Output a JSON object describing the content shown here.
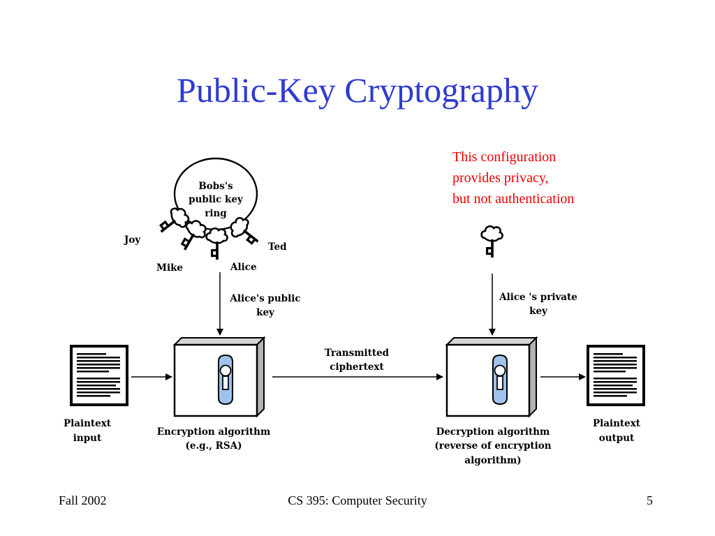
{
  "slide": {
    "title": "Public-Key Cryptography",
    "note_lines": [
      "This configuration",
      "provides privacy,",
      "but not authentication"
    ],
    "colors": {
      "title": "#2f3bd0",
      "note": "#ee0000",
      "cloud_face": "#9ec3ec",
      "box_side": "#b3b3b3"
    }
  },
  "diagram": {
    "ring_label": [
      "Bobs's",
      "public key",
      "ring"
    ],
    "key_names": {
      "joy": "Joy",
      "mike": "Mike",
      "alice": "Alice",
      "ted": "Ted"
    },
    "public_key_label": [
      "Alice's public",
      "key"
    ],
    "private_key_label": [
      "Alice 's private",
      "key"
    ],
    "transmitted_label": [
      "Transmitted",
      "ciphertext"
    ],
    "plaintext_input": [
      "Plaintext",
      "input"
    ],
    "plaintext_output": [
      "Plaintext",
      "output"
    ],
    "encryption_label": [
      "Encryption algorithm",
      "(e.g., RSA)"
    ],
    "decryption_label": [
      "Decryption algorithm",
      "(reverse of encryption",
      "algorithm)"
    ]
  },
  "footer": {
    "left": "Fall 2002",
    "center": "CS 395: Computer Security",
    "right": "5"
  }
}
